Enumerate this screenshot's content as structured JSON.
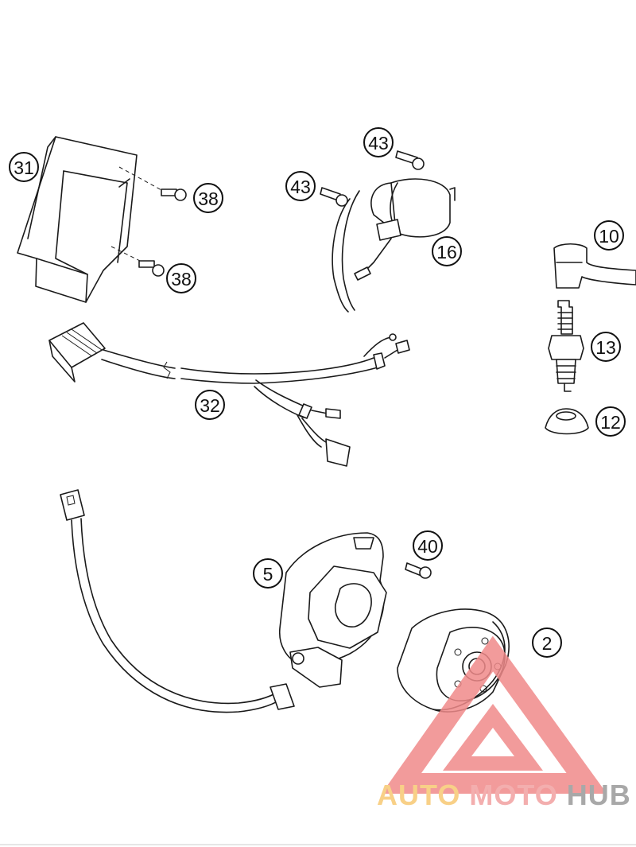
{
  "callouts": {
    "c31": "31",
    "c38a": "38",
    "c38b": "38",
    "c43a": "43",
    "c43b": "43",
    "c16": "16",
    "c10": "10",
    "c13": "13",
    "c12": "12",
    "c32": "32",
    "c40": "40",
    "c5": "5",
    "c2": "2"
  },
  "watermark": {
    "auto": "AUTO",
    "moto": "MOTO",
    "hub": "HUB",
    "colors": {
      "auto": "#f7c873",
      "moto": "#f2a0a0",
      "hub": "#9a9a9a",
      "triangle": "#f08a8a"
    }
  }
}
